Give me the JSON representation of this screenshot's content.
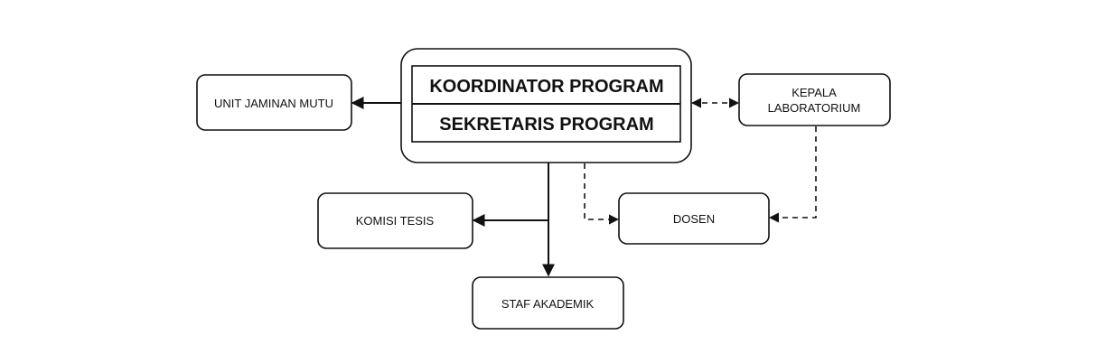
{
  "diagram": {
    "nodes": {
      "koordinator": "KOORDINATOR PROGRAM",
      "sekretaris": "SEKRETARIS PROGRAM",
      "unit_jaminan_mutu": "UNIT JAMINAN MUTU",
      "kepala_lab_line1": "KEPALA",
      "kepala_lab_line2": "LABORATORIUM",
      "komisi_tesis": "KOMISI TESIS",
      "dosen": "DOSEN",
      "staf_akademik": "STAF AKADEMIK"
    },
    "edges": [
      {
        "from": "koordinator",
        "to": "unit_jaminan_mutu",
        "style": "solid"
      },
      {
        "from": "koordinator",
        "to": "kepala_lab",
        "style": "dashed",
        "bidirectional": true
      },
      {
        "from": "koordinator",
        "to": "komisi_tesis",
        "style": "solid"
      },
      {
        "from": "koordinator",
        "to": "staf_akademik",
        "style": "solid"
      },
      {
        "from": "koordinator",
        "to": "dosen",
        "style": "dashed"
      },
      {
        "from": "kepala_lab",
        "to": "dosen",
        "style": "dashed"
      }
    ]
  }
}
